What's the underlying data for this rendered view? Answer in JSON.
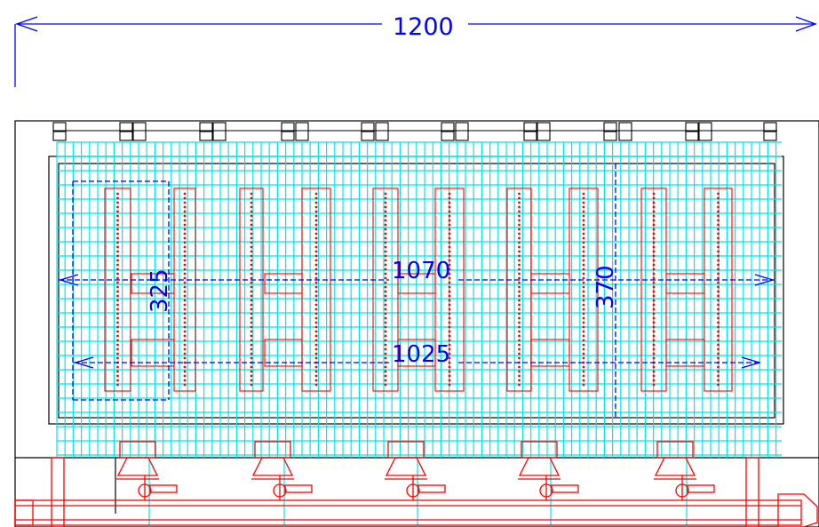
{
  "dimensions": {
    "overall_width": "1200",
    "frame_width": "1070",
    "inner_width": "1025",
    "frame_height": "370",
    "inner_height": "325"
  },
  "colors": {
    "background": "#ffffff",
    "outline": "#000000",
    "dimension": "#0000ff",
    "plates": "#00e5e5",
    "piping": "#ff0000"
  },
  "valves": {
    "count": 5
  }
}
